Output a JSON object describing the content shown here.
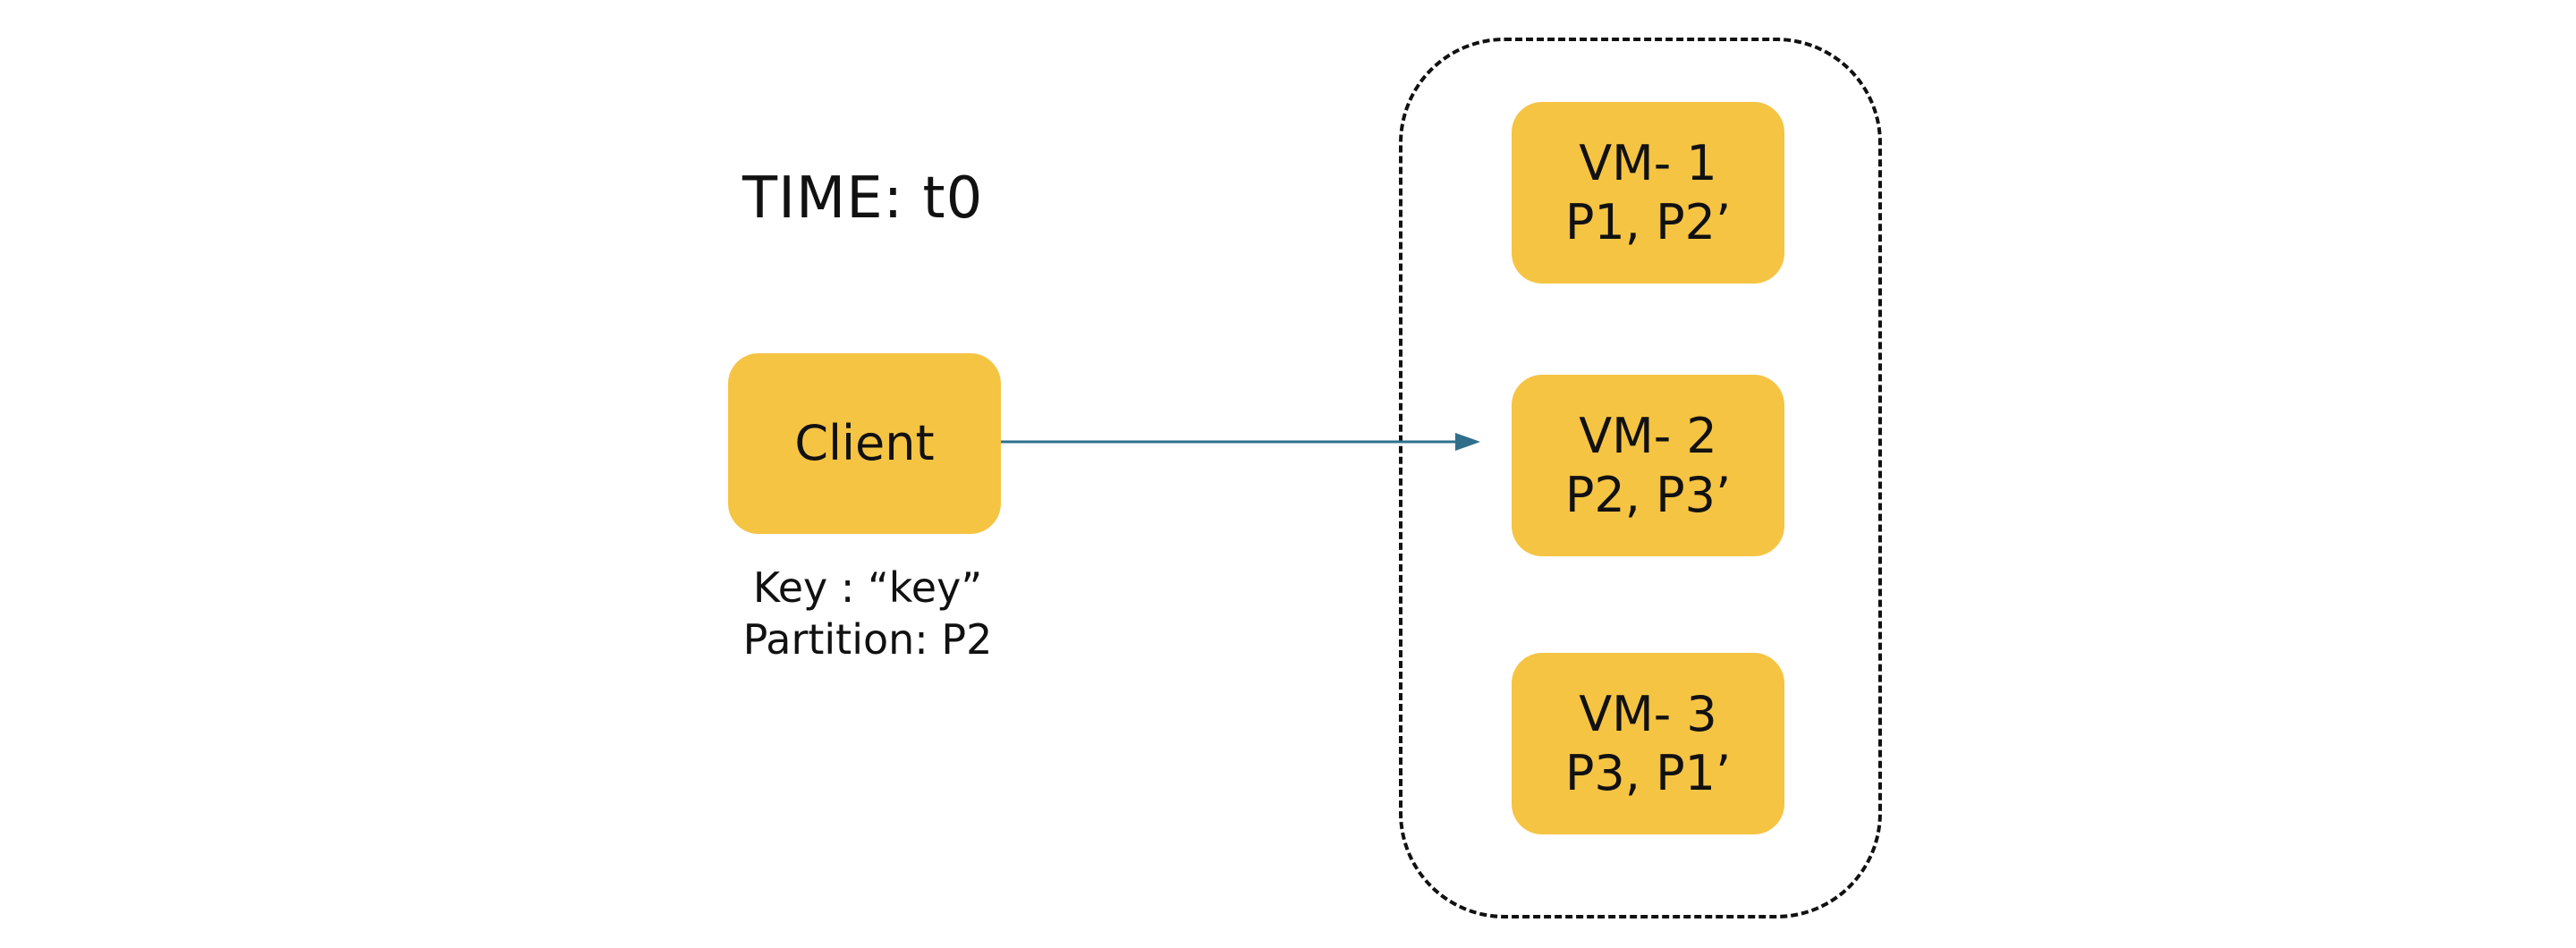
{
  "title": "TIME: t0",
  "colors": {
    "node_fill": "#F5C443",
    "arrow": "#2F6F8C",
    "text": "#111111",
    "cluster_border": "#111111"
  },
  "client": {
    "label": "Client",
    "key_text": "Key : “key”",
    "partition_text": "Partition: P2"
  },
  "vms": [
    {
      "name": "VM- 1",
      "partitions": "P1, P2’"
    },
    {
      "name": "VM- 2",
      "partitions": "P2, P3’"
    },
    {
      "name": "VM- 3",
      "partitions": "P3, P1’"
    }
  ],
  "connections": [
    {
      "from": "Client",
      "to": "VM- 2"
    }
  ]
}
